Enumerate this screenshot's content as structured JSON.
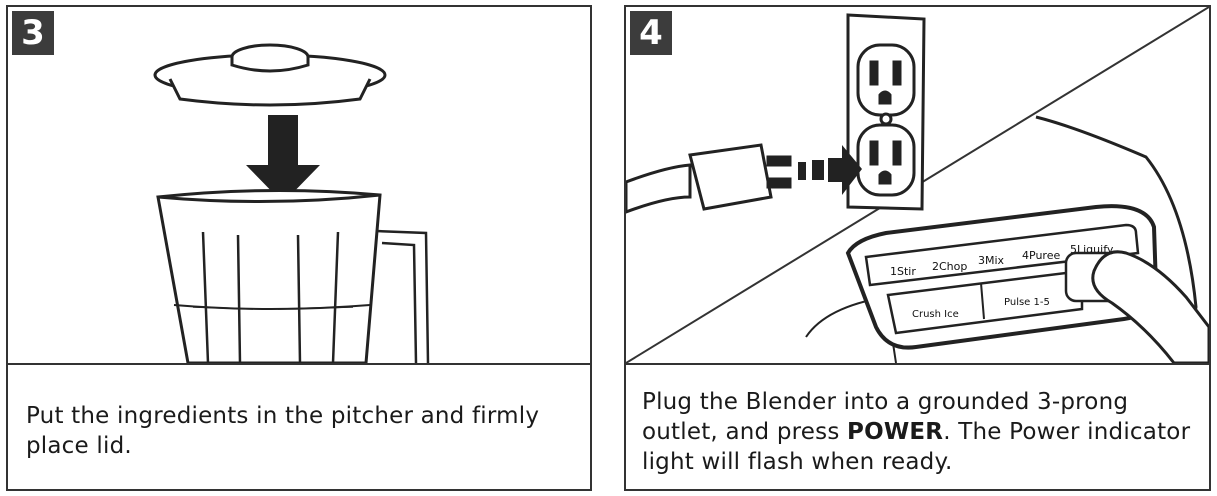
{
  "step3": {
    "number": "3",
    "caption": "Put the ingredients in the pitcher and firmly place lid."
  },
  "step4": {
    "number": "4",
    "caption_before": "Plug the Blender into a grounded 3-prong outlet, and press ",
    "caption_bold": "POWER",
    "caption_after": ". The Power indicator light will flash when ready.",
    "buttons": {
      "stir": "1Stir",
      "chop": "2Chop",
      "mix": "3Mix",
      "puree": "4Puree",
      "liquify": "5Liquify",
      "crush_ice": "Crush Ice",
      "pulse": "Pulse 1-5"
    }
  }
}
